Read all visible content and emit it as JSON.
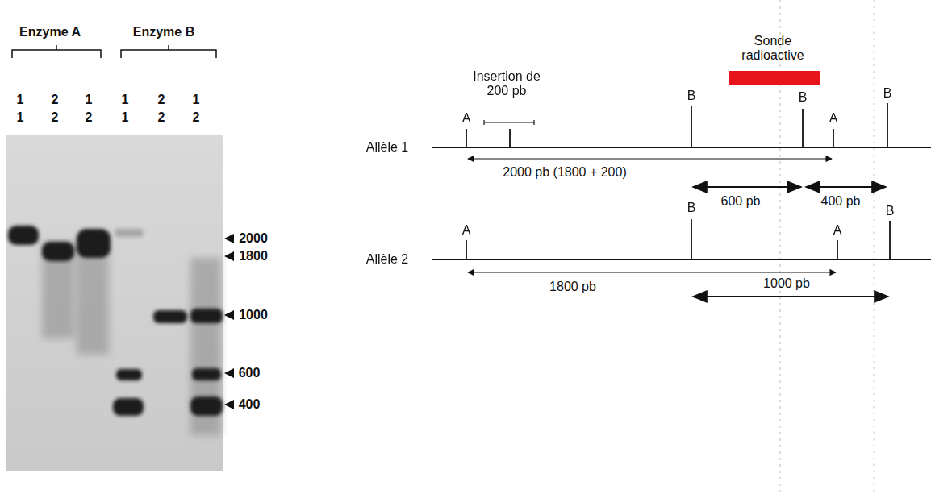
{
  "diagram": {
    "labels": [
      "Enzyme A",
      "Enzyme B",
      "1",
      "1",
      "2",
      "2",
      "1",
      "2",
      "1",
      "1",
      "2",
      "2",
      "1",
      "2",
      "2000",
      "1800",
      "1000",
      "600",
      "400",
      "Insertion de 200 pb",
      "Sonde radioactive",
      "A",
      "B",
      "B",
      "A",
      "B",
      "Allèle 1",
      "2000 pb (1800 + 200)",
      "600 pb",
      "400 pb",
      "B",
      "B",
      "A",
      "A",
      "Allèle 2",
      "1800 pb",
      "1000 pb"
    ]
  }
}
